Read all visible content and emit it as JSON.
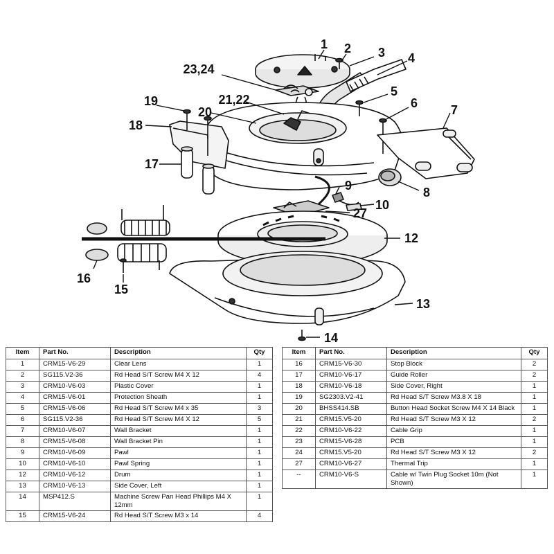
{
  "diagram": {
    "callouts": [
      "1",
      "2",
      "3",
      "4",
      "5",
      "6",
      "7",
      "8",
      "9",
      "10",
      "12",
      "13",
      "14",
      "15",
      "16",
      "17",
      "18",
      "19",
      "20",
      "21,22",
      "23,24",
      "27"
    ]
  },
  "table": {
    "headers": {
      "item": "Item",
      "part": "Part No.",
      "desc": "Description",
      "qty": "Qty"
    },
    "left_rows": [
      {
        "item": "1",
        "part": "CRM15-V6-29",
        "desc": "Clear Lens",
        "qty": "1"
      },
      {
        "item": "2",
        "part": "SG115.V2-36",
        "desc": "Rd Head S/T Screw M4 X 12",
        "qty": "4"
      },
      {
        "item": "3",
        "part": "CRM10-V6-03",
        "desc": "Plastic Cover",
        "qty": "1"
      },
      {
        "item": "4",
        "part": "CRM15-V6-01",
        "desc": "Protection Sheath",
        "qty": "1"
      },
      {
        "item": "5",
        "part": "CRM15-V6-06",
        "desc": "Rd Head S/T Screw M4 x 35",
        "qty": "3"
      },
      {
        "item": "6",
        "part": "SG115.V2-36",
        "desc": "Rd Head S/T Screw M4 X 12",
        "qty": "5"
      },
      {
        "item": "7",
        "part": "CRM10-V6-07",
        "desc": "Wall Bracket",
        "qty": "1"
      },
      {
        "item": "8",
        "part": "CRM15-V6-08",
        "desc": "Wall Bracket Pin",
        "qty": "1"
      },
      {
        "item": "9",
        "part": "CRM10-V6-09",
        "desc": "Pawl",
        "qty": "1"
      },
      {
        "item": "10",
        "part": "CRM10-V6-10",
        "desc": "Pawl Spring",
        "qty": "1"
      },
      {
        "item": "12",
        "part": "CRM10-V6-12",
        "desc": "Drum",
        "qty": "1"
      },
      {
        "item": "13",
        "part": "CRM10-V6-13",
        "desc": "Side Cover, Left",
        "qty": "1"
      },
      {
        "item": "14",
        "part": "MSP412.S",
        "desc": "Machine Screw Pan Head Phillips M4 X 12mm",
        "qty": "1"
      },
      {
        "item": "15",
        "part": "CRM15-V6-24",
        "desc": "Rd Head S/T Screw M3 x 14",
        "qty": "4"
      }
    ],
    "right_rows": [
      {
        "item": "16",
        "part": "CRM15-V6-30",
        "desc": "Stop Block",
        "qty": "2"
      },
      {
        "item": "17",
        "part": "CRM10-V6-17",
        "desc": "Guide Roller",
        "qty": "2"
      },
      {
        "item": "18",
        "part": "CRM10-V6-18",
        "desc": "Side Cover, Right",
        "qty": "1"
      },
      {
        "item": "19",
        "part": "SG2303.V2-41",
        "desc": "Rd Head S/T Screw M3.8 X 18",
        "qty": "1"
      },
      {
        "item": "20",
        "part": "BHSS414.SB",
        "desc": "Button Head Socket Screw M4 X 14 Black",
        "qty": "1"
      },
      {
        "item": "21",
        "part": "CRM15.V5-20",
        "desc": "Rd Head S/T Screw M3 X 12",
        "qty": "2"
      },
      {
        "item": "22",
        "part": "CRM10-V6-22",
        "desc": "Cable Grip",
        "qty": "1"
      },
      {
        "item": "23",
        "part": "CRM15-V6-28",
        "desc": "PCB",
        "qty": "1"
      },
      {
        "item": "24",
        "part": "CRM15.V5-20",
        "desc": "Rd Head S/T Screw M3 X 12",
        "qty": "2"
      },
      {
        "item": "27",
        "part": "CRM10-V6-27",
        "desc": "Thermal Trip",
        "qty": "1"
      },
      {
        "item": "--",
        "part": "CRM10-V6-S",
        "desc": "Cable w/ Twin Plug Socket 10m (Not Shown)",
        "qty": "1"
      }
    ]
  }
}
